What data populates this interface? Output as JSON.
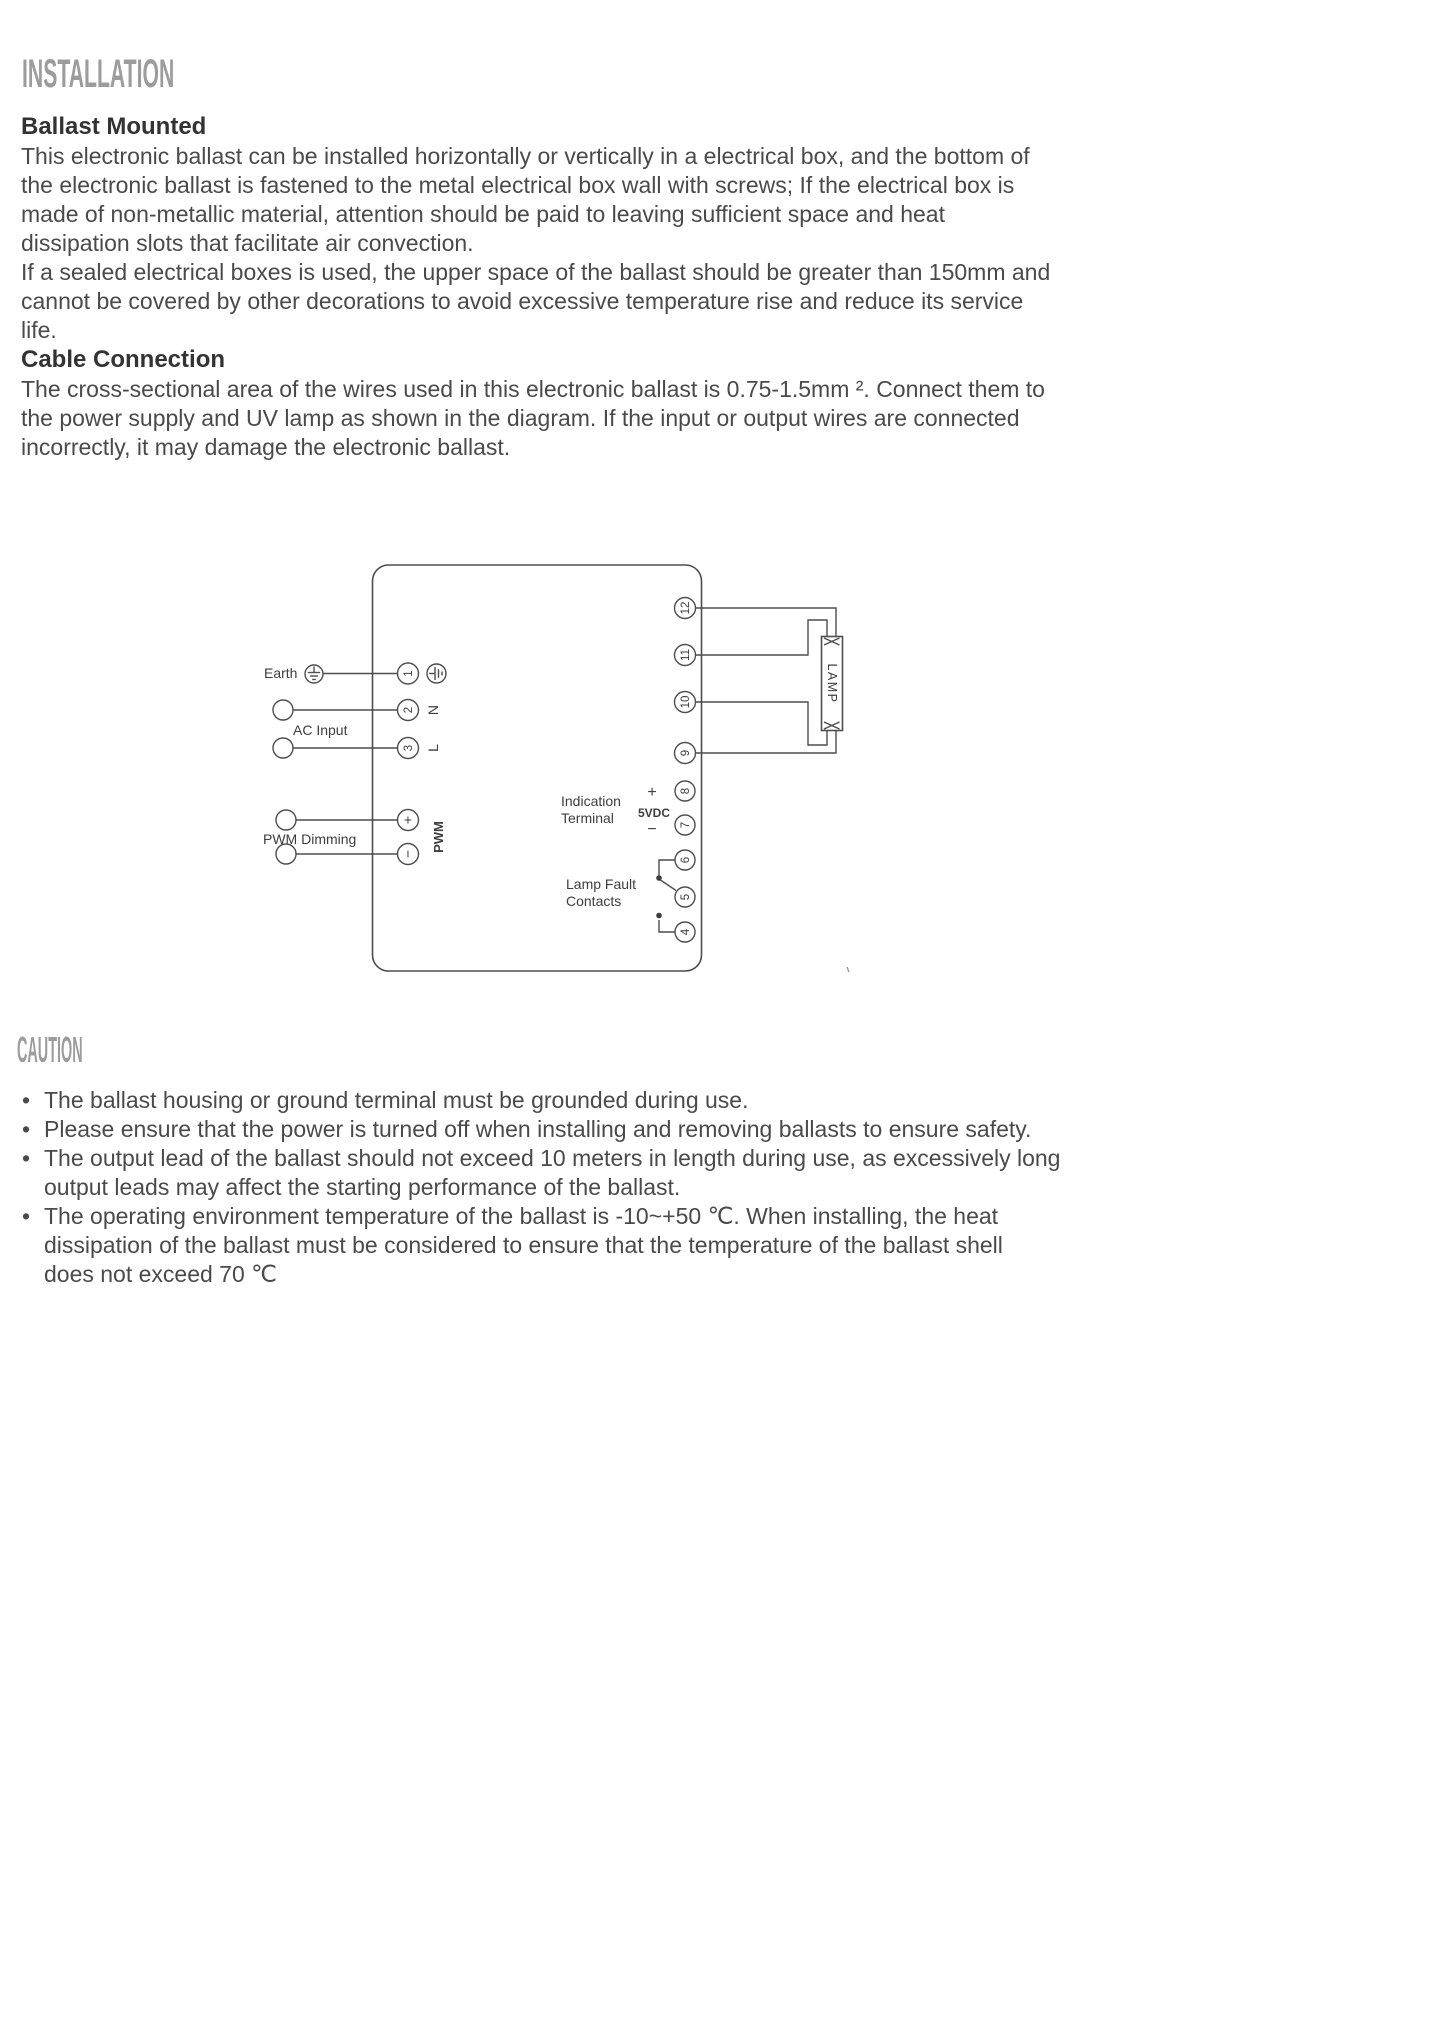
{
  "installation": {
    "title": "INSTALLATION",
    "ballast_mounted": {
      "heading": "Ballast Mounted",
      "para1": "This electronic ballast can be installed horizontally or vertically in a electrical box, and the bottom of\nthe electronic ballast is fastened to the metal electrical box wall with screws; If the electrical box is\nmade of non-metallic material, attention should be paid to leaving sufficient space and heat\ndissipation slots that facilitate air convection.",
      "para2": "If a sealed electrical boxes is used, the upper space of the ballast should be greater than 150mm and\ncannot be covered by other decorations to avoid excessive temperature rise and reduce its service\nlife."
    },
    "cable_connection": {
      "heading": "Cable Connection",
      "para": "The cross-sectional area of the wires used in this electronic ballast is 0.75-1.5mm ². Connect them to\nthe power supply and UV lamp as shown in the diagram. If the input or output wires are connected\nincorrectly, it may damage the electronic ballast."
    }
  },
  "caution": {
    "title": "CAUTION",
    "marker": "•",
    "bullets": [
      "The ballast housing or ground terminal must be grounded during use.",
      "Please ensure that the power is turned off when installing and removing ballasts to ensure safety.",
      "The output lead of the ballast should not exceed 10 meters in length during use, as excessively long\noutput leads may affect the starting performance of the ballast.",
      "The operating environment temperature of the ballast is -10~+50 ℃. When installing, the heat\ndissipation of the ballast must be considered to ensure that the temperature of the ballast shell\ndoes not exceed 70 ℃"
    ]
  },
  "diagram": {
    "labels": {
      "earth": "Earth",
      "ac_input": "AC Input",
      "pwm_dimming": "PWM Dimming",
      "pwm": "PWM",
      "n": "N",
      "l": "L",
      "indication_line1": "Indication",
      "indication_line2": "Terminal",
      "plus": "+",
      "vdc": "5VDC",
      "minus": "−",
      "lamp_fault_line1": "Lamp Fault",
      "lamp_fault_line2": "Contacts",
      "lamp": "LAMP"
    },
    "terminals": {
      "t1": "1",
      "t2": "2",
      "t3": "3",
      "t4": "4",
      "t5": "5",
      "t6": "6",
      "t7": "7",
      "t8": "8",
      "t9": "9",
      "t10": "10",
      "t11": "11",
      "t12": "12",
      "tplus": "+",
      "tminus": "−"
    },
    "colors": {
      "line": "#4d4d4d",
      "text": "#3d3d3d",
      "title_gray": "#9c9c9c"
    }
  }
}
